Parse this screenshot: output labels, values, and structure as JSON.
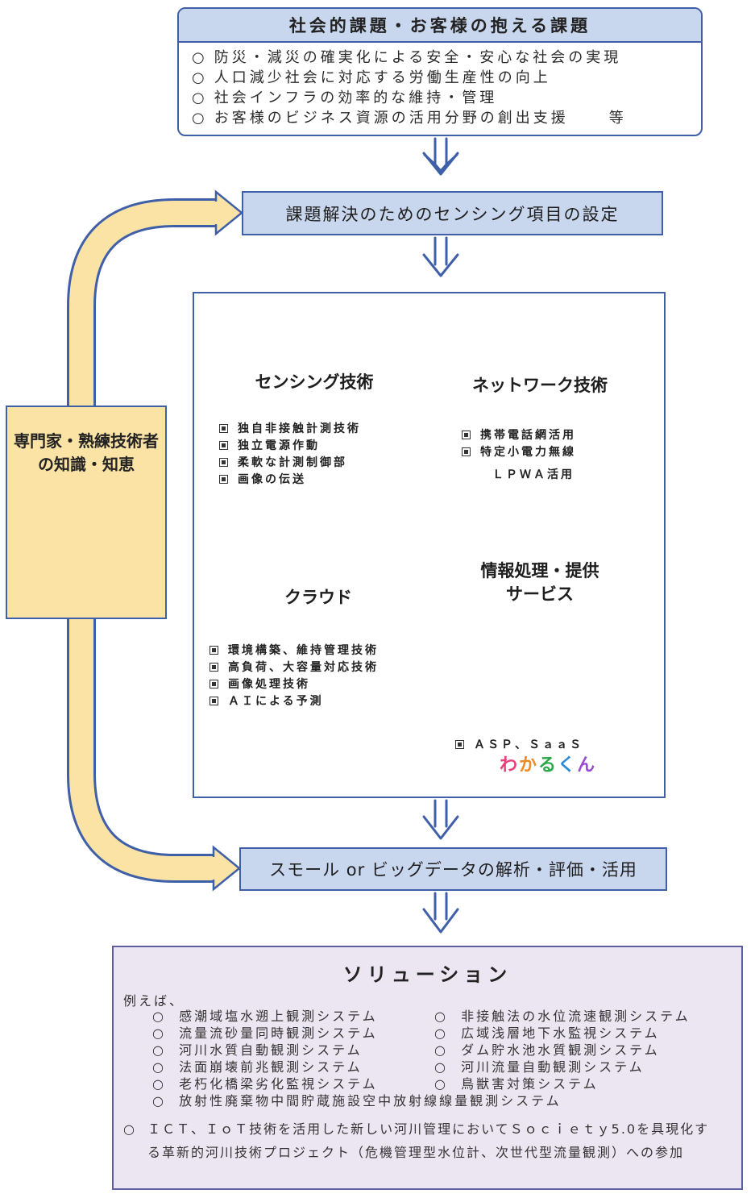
{
  "issues": {
    "title": "社会的課題・お客様の抱える課題",
    "items": [
      "防災・減災の確実化による安全・安心な社会の実現",
      "人口減少社会に対応する労働生産性の向上",
      "社会インフラの効率的な維持・管理",
      "お客様のビジネス資源の活用分野の創出支援"
    ],
    "suffix": "等",
    "bullet": "○"
  },
  "sensing_item_setting": "課題解決のためのセンシング項目の設定",
  "expert": {
    "line1": "専門家・熟練技術者",
    "line2": "の知識・知恵"
  },
  "sensing": {
    "title": "センシング技術",
    "items": [
      "独自非接触計測技術",
      "独立電源作動",
      "柔軟な計測制御部",
      "画像の伝送"
    ]
  },
  "network": {
    "title": "ネットワーク技術",
    "items": [
      "携帯電話網活用",
      "特定小電力無線"
    ],
    "extra": "ＬＰＷＡ活用"
  },
  "cloud": {
    "title": "クラウド",
    "items": [
      "環境構築、維持管理技術",
      "高負荷、大容量対応技術",
      "画像処理技術",
      "ＡＩによる予測"
    ]
  },
  "info_service": {
    "title_line1": "情報処理・提供",
    "title_line2": "サービス",
    "item": "ＡＳＰ、ＳａａＳ",
    "brand": [
      "わ",
      "か",
      "る",
      "く",
      "ん"
    ],
    "brand_colors": [
      "#e8407a",
      "#f08a24",
      "#2aa84a",
      "#2a8ad8",
      "#9a4ad0"
    ]
  },
  "analysis": "スモール or ビッグデータの解析・評価・活用",
  "solution": {
    "title": "ソリューション",
    "intro": "例えば、",
    "left": [
      "感潮域塩水遡上観測システム",
      "流量流砂量同時観測システム",
      "河川水質自動観測システム",
      "法面崩壊前兆観測システム",
      "老朽化橋梁劣化監視システム",
      "放射性廃棄物中間貯蔵施設空中放射線線量観測システム"
    ],
    "right": [
      "非接触法の水位流速観測システム",
      "広域浅層地下水監視システム",
      "ダム貯水池水質観測システム",
      "河川流量自動観測システム",
      "鳥獣害対策システム"
    ],
    "ict_line1": "ＩＣＴ、ＩｏＴ技術を活用した新しい河川管理においてＳｏｃｉｅｔｙ5.0を具現化す",
    "ict_line2": "る革新的河川技術プロジェクト（危機管理型水位計、次世代型流量観測）への参加"
  },
  "colors": {
    "bar_fill": "#c8d6ee",
    "border_blue": "#3f5fa8",
    "expert_fill": "#fbe3a6",
    "solution_fill": "#ece6f2"
  }
}
